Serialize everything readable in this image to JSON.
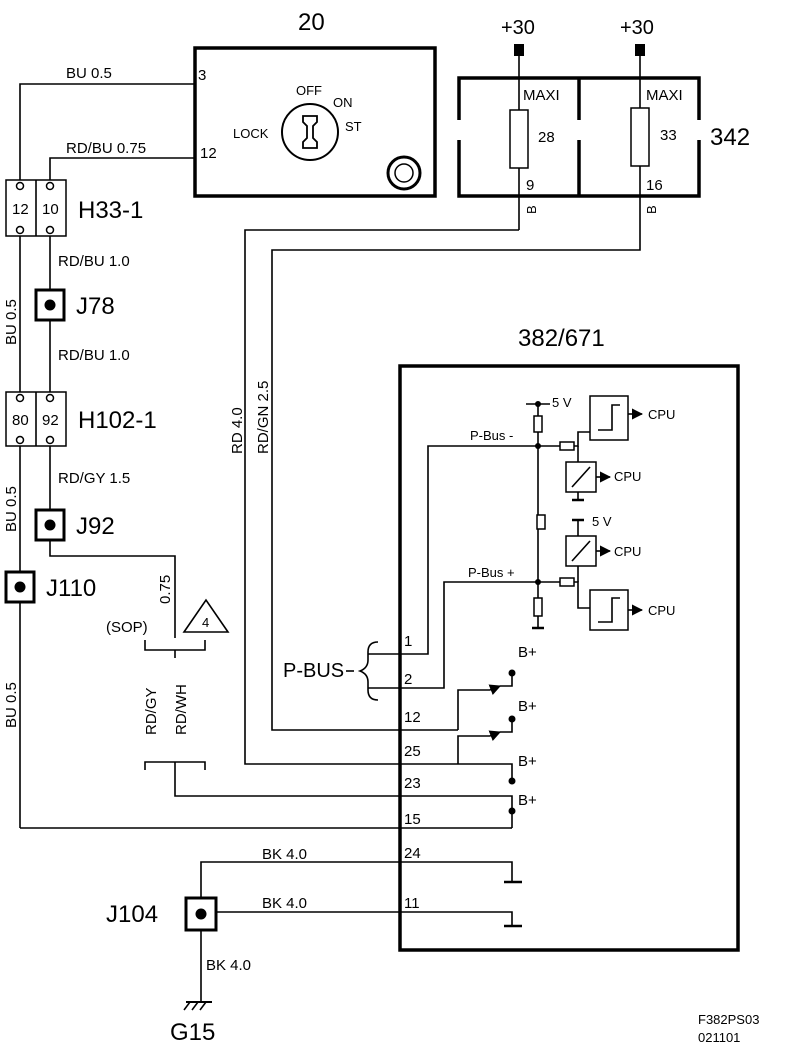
{
  "components": {
    "ignition_switch": {
      "id": "20",
      "positions": [
        "OFF",
        "ON",
        "ST",
        "LOCK"
      ],
      "pins": [
        "3",
        "12"
      ]
    },
    "fuse_box": {
      "id": "342",
      "supplies": [
        "+30",
        "+30"
      ],
      "fuses": [
        {
          "type": "MAXI",
          "number": "28",
          "pin": "9",
          "wire": "B"
        },
        {
          "type": "MAXI",
          "number": "33",
          "pin": "16",
          "wire": "B"
        }
      ]
    },
    "connector_h33": {
      "id": "H33-1",
      "pins": [
        "12",
        "10"
      ]
    },
    "connector_h102": {
      "id": "H102-1",
      "pins": [
        "80",
        "92"
      ]
    },
    "junction_j78": "J78",
    "junction_j92": "J92",
    "junction_j110": "J110",
    "junction_j104": "J104",
    "ground": "G15",
    "module": {
      "id": "382/671",
      "supply": "5 V",
      "cpu": "CPU",
      "bus_minus": "P-Bus -",
      "bus_plus": "P-Bus +",
      "bplus": "B+",
      "pins": [
        "1",
        "2",
        "12",
        "25",
        "23",
        "15",
        "24",
        "11"
      ]
    },
    "pbus_label": "P-BUS",
    "sop_label": "(SOP)",
    "note_number": "4"
  },
  "wires": {
    "bu_05": "BU   0.5",
    "rdbu_075": "RD/BU   0.75",
    "rdbu_10_a": "RD/BU  1.0",
    "rdbu_10_b": "RD/BU  1.0",
    "bu_05_v1": "BU  0.5",
    "bu_05_v2": "BU  0.5",
    "bu_05_v3": "BU  0.5",
    "rdgy_15": "RD/GY  1.5",
    "w_075": "0.75",
    "rd_40": "RD  4.0",
    "rdgn_25": "RD/GN  2.5",
    "rdgy": "RD/GY",
    "rdwh": "RD/WH",
    "bk_40_a": "BK   4.0",
    "bk_40_b": "BK   4.0",
    "bk_40_c": "BK  4.0"
  },
  "doc": {
    "code": "F382PS03",
    "date": "021101"
  }
}
